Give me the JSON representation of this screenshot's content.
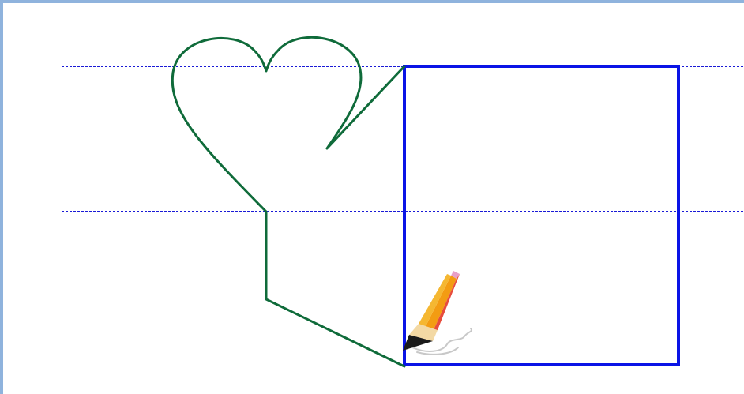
{
  "canvas": {
    "colors": {
      "frame_border": "#8fb3dd",
      "guide_line": "#1a1ad6",
      "rectangle_stroke": "#0a14e6",
      "heart_stroke": "#0f6b3a",
      "background": "#ffffff"
    },
    "guides": {
      "count": 2,
      "style": "dotted"
    },
    "shapes": [
      {
        "name": "heart-outline",
        "kind": "freehand"
      },
      {
        "name": "square-outline",
        "kind": "rectangle"
      }
    ],
    "tool": {
      "icon": "pencil-icon",
      "state": "drawing"
    }
  }
}
